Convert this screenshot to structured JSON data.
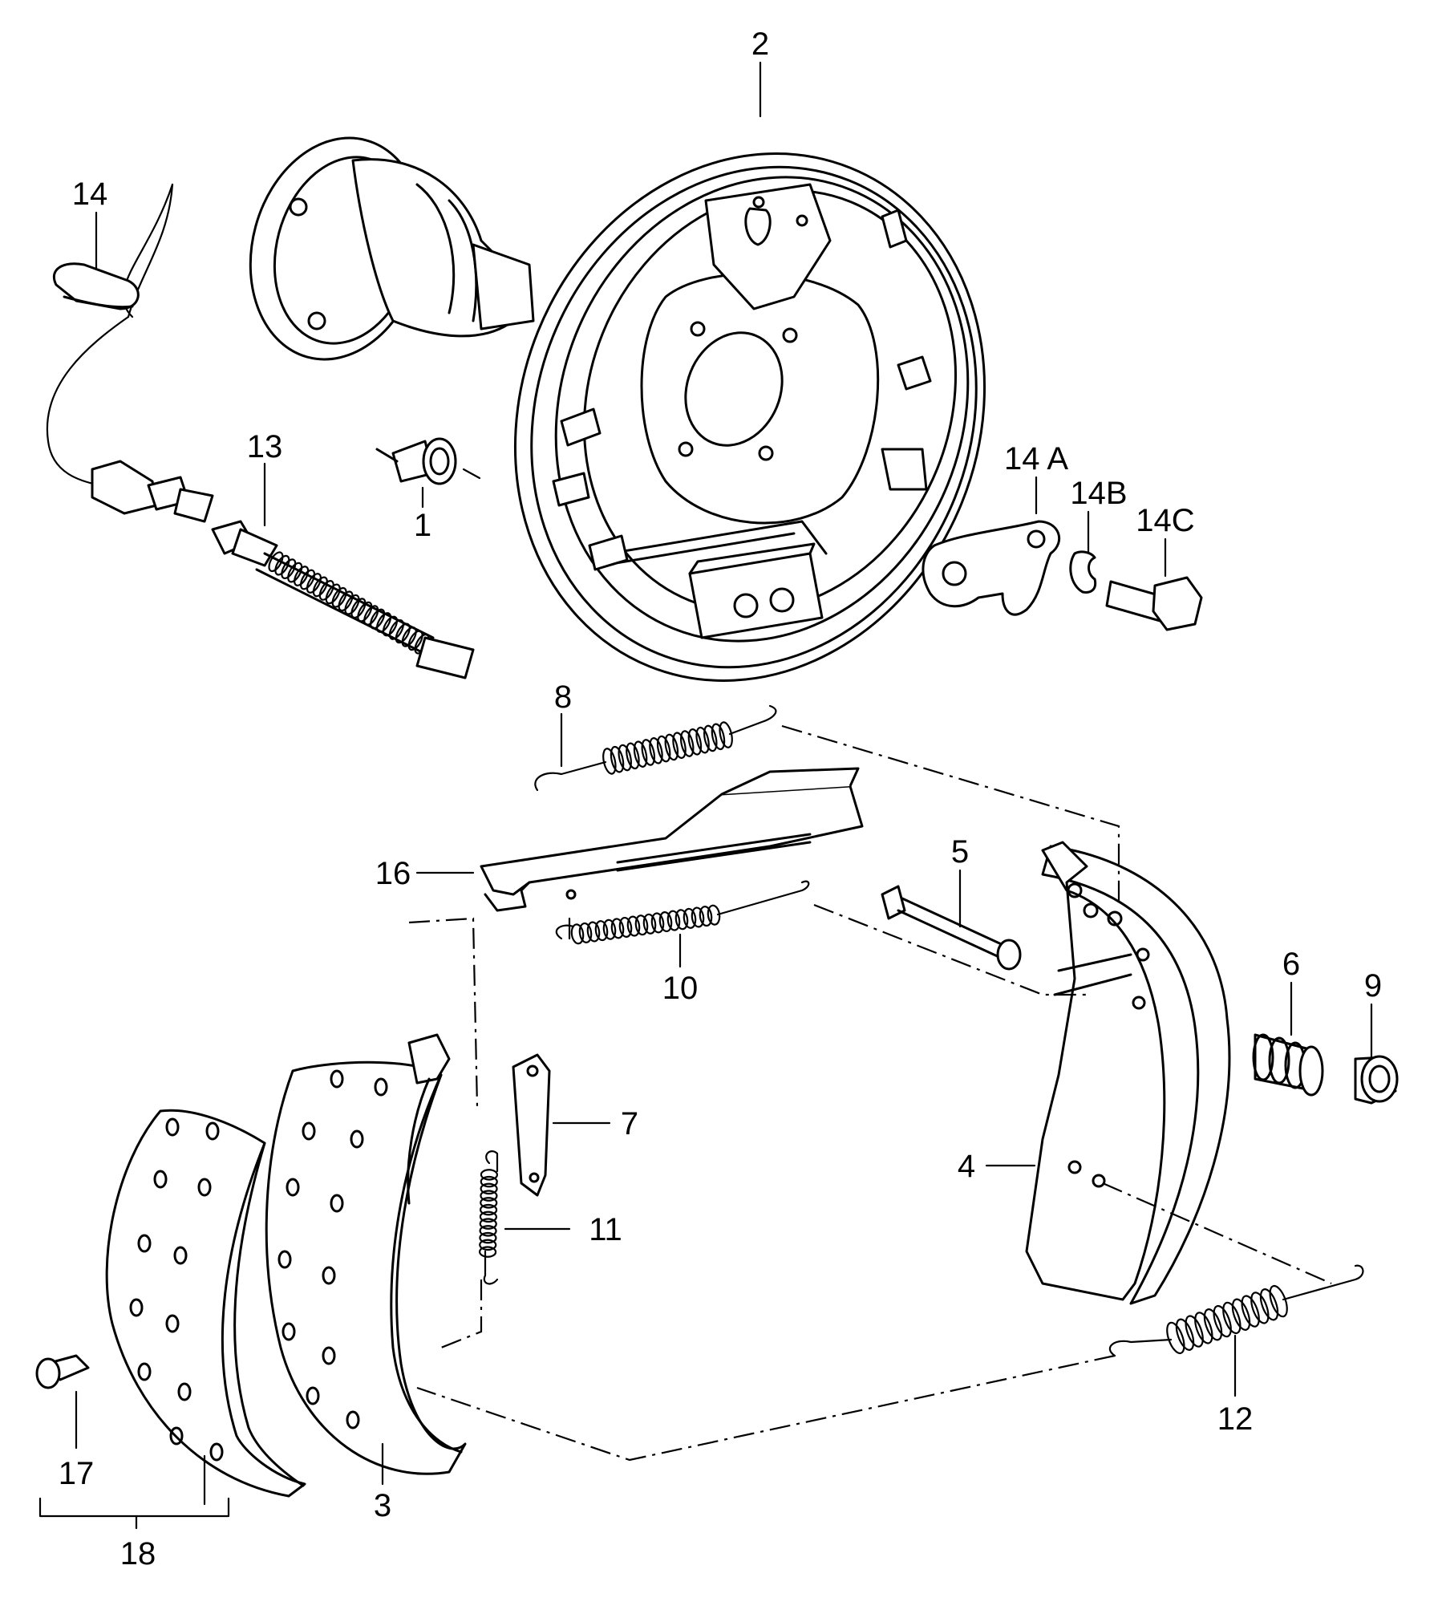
{
  "callouts": [
    {
      "id": "c1",
      "text": "1"
    },
    {
      "id": "c2",
      "text": "2"
    },
    {
      "id": "c3",
      "text": "3"
    },
    {
      "id": "c4",
      "text": "4"
    },
    {
      "id": "c5",
      "text": "5"
    },
    {
      "id": "c6",
      "text": "6"
    },
    {
      "id": "c7",
      "text": "7"
    },
    {
      "id": "c8",
      "text": "8"
    },
    {
      "id": "c9",
      "text": "9"
    },
    {
      "id": "c10",
      "text": "10"
    },
    {
      "id": "c11",
      "text": "11"
    },
    {
      "id": "c12",
      "text": "12"
    },
    {
      "id": "c13",
      "text": "13"
    },
    {
      "id": "c14",
      "text": "14"
    },
    {
      "id": "c14a",
      "text": "14 A"
    },
    {
      "id": "c14b",
      "text": "14B"
    },
    {
      "id": "c14c",
      "text": "14C"
    },
    {
      "id": "c16",
      "text": "16"
    },
    {
      "id": "c17",
      "text": "17"
    },
    {
      "id": "c18",
      "text": "18"
    }
  ]
}
